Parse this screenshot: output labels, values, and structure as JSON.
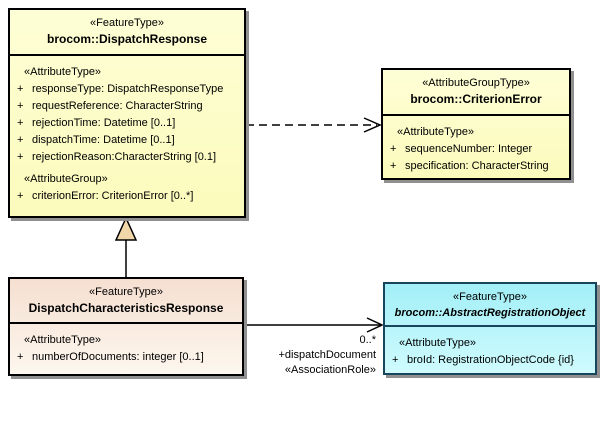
{
  "boxes": {
    "dispatch_response": {
      "stereotype": "«FeatureType»",
      "title": "brocom::DispatchResponse",
      "sections": [
        {
          "header": "«AttributeType»",
          "attrs": [
            {
              "vis": "+",
              "text": "responseType: DispatchResponseType"
            },
            {
              "vis": "+",
              "text": "requestReference: CharacterString"
            },
            {
              "vis": "+",
              "text": "rejectionTime: Datetime [0..1]"
            },
            {
              "vis": "+",
              "text": "dispatchTime: Datetime [0..1]"
            },
            {
              "vis": "+",
              "text": "rejectionReason:CharacterString [0.1]"
            }
          ]
        },
        {
          "header": "«AttributeGroup»",
          "attrs": [
            {
              "vis": "+",
              "text": "criterionError: CriterionError [0..*]"
            }
          ]
        }
      ]
    },
    "criterion_error": {
      "stereotype": "«AttributeGroupType»",
      "title": "brocom::CriterionError",
      "sections": [
        {
          "header": "«AttributeType»",
          "attrs": [
            {
              "vis": "+",
              "text": "sequenceNumber: Integer"
            },
            {
              "vis": "+",
              "text": "specification: CharacterString"
            }
          ]
        }
      ]
    },
    "dispatch_characteristics_response": {
      "stereotype": "«FeatureType»",
      "title": "DispatchCharacteristicsResponse",
      "sections": [
        {
          "header": "«AttributeType»",
          "attrs": [
            {
              "vis": "+",
              "text": "numberOfDocuments: integer [0..1]"
            }
          ]
        }
      ]
    },
    "abstract_registration_object": {
      "stereotype": "«FeatureType»",
      "title": "brocom::AbstractRegistrationObject",
      "abstract": true,
      "sections": [
        {
          "header": "«AttributeType»",
          "attrs": [
            {
              "vis": "+",
              "text": "broId: RegistrationObjectCode {id}"
            }
          ]
        }
      ]
    }
  },
  "edges": {
    "dependency": {
      "type": "dashed-open-arrow",
      "from": "brocom::DispatchResponse",
      "to": "brocom::CriterionError"
    },
    "generalization": {
      "type": "generalization-hollow-triangle",
      "from": "DispatchCharacteristicsResponse",
      "to": "brocom::DispatchResponse"
    },
    "association": {
      "type": "directed-association",
      "from": "DispatchCharacteristicsResponse",
      "to": "brocom::AbstractRegistrationObject",
      "multiplicity": "0..*",
      "role": "+dispatchDocument",
      "stereotype": "«AssociationRole»"
    }
  },
  "colors": {
    "yellow_fill": "#fcfcc6",
    "pink_fill_top": "#f5dfd1",
    "pink_fill_bottom": "#fdf7ee",
    "cyan_fill_top": "#a2eff7",
    "cyan_fill_bottom": "#cffbfe",
    "border_black": "#000000",
    "cyan_border": "#17455c",
    "shadow_gray": "#909090",
    "triangle_fill": "#f0d6a9"
  }
}
